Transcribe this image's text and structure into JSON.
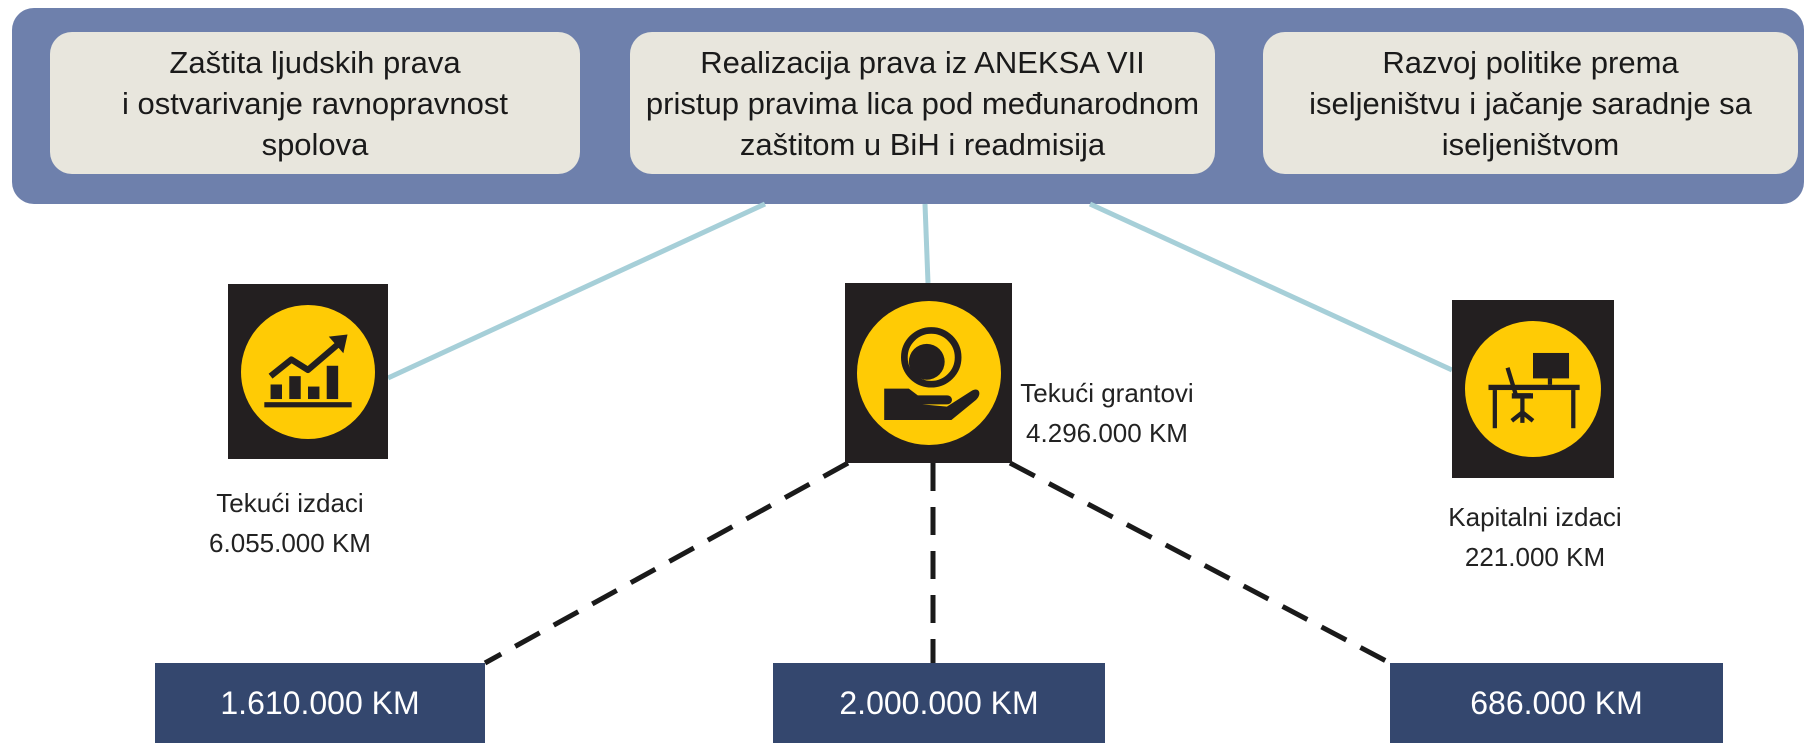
{
  "categories": [
    {
      "name": "Zaštita ljudskih prava\ni ostvarivanje ravnopravnost\nspolova"
    },
    {
      "name": "Realizacija prava iz ANEKSA VII\npristup pravima lica pod međunarodnom\nzaštitom u BiH i readmisija"
    },
    {
      "name": "Razvoj politike prema\niseljeništvu i jačanje saradnje sa\niseljeništvom"
    }
  ],
  "expense_types": [
    {
      "icon": "growth-chart-icon",
      "label": "Tekući izdaci",
      "amount": "6.055.000 KM"
    },
    {
      "icon": "hand-globe-icon",
      "label": "Tekući grantovi",
      "amount": "4.296.000 KM"
    },
    {
      "icon": "office-desk-icon",
      "label": "Kapitalni izdaci",
      "amount": "221.000 KM"
    }
  ],
  "grant_breakdown": [
    "1.610.000 KM",
    "2.000.000 KM",
    "686.000 KM"
  ],
  "colors": {
    "banner": "#6e80ac",
    "pill": "#e8e6dd",
    "icon_tile": "#231f20",
    "icon_circle": "#ffcb05",
    "connector": "#a6cfd8",
    "amount_box": "#34476e"
  }
}
